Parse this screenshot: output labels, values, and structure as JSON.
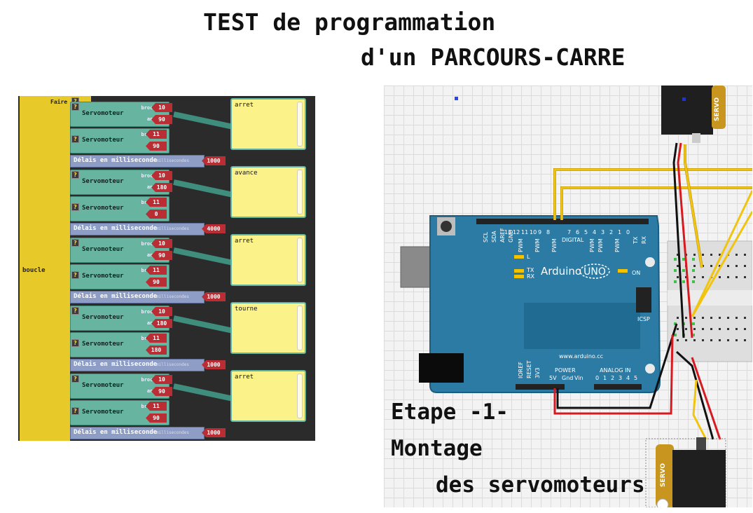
{
  "title": {
    "line1": "TEST de programmation",
    "line2": "d'un PARCOURS-CARRE"
  },
  "editor": {
    "faire": "Faire",
    "boucle": "boucle",
    "qmark": "?",
    "servo_name": "Servomoteur",
    "param_broche": "broche#",
    "param_angle": "angle",
    "delay_label": "Délais en milliseconde",
    "delay_param": "millisecondes",
    "steps": [
      {
        "servo1": {
          "pin": "10",
          "angle": "90"
        },
        "servo2": {
          "pin": "11",
          "angle": "90"
        },
        "delay": "1000",
        "note": "arret"
      },
      {
        "servo1": {
          "pin": "10",
          "angle": "180"
        },
        "servo2": {
          "pin": "11",
          "angle": "0"
        },
        "delay": "4000",
        "note": "avance"
      },
      {
        "servo1": {
          "pin": "10",
          "angle": "90"
        },
        "servo2": {
          "pin": "11",
          "angle": "90"
        },
        "delay": "1000",
        "note": "arret"
      },
      {
        "servo1": {
          "pin": "10",
          "angle": "180"
        },
        "servo2": {
          "pin": "11",
          "angle": "180"
        },
        "delay": "1000",
        "note": "tourne"
      },
      {
        "servo1": {
          "pin": "10",
          "angle": "90"
        },
        "servo2": {
          "pin": "11",
          "angle": "90"
        },
        "delay": "1000",
        "note": "arret"
      }
    ]
  },
  "circuit": {
    "servo_label": "SERVO",
    "board_name": "Arduino",
    "board_model": "UNO",
    "website": "www.arduino.cc",
    "digital_label": "DIGITAL",
    "power_label": "POWER",
    "analog_label": "ANALOG IN",
    "icsp_label": "ICSP",
    "on_label": "ON",
    "led_l": "L",
    "led_tx": "TX",
    "led_rx": "RX",
    "digital_pins": [
      "13",
      "12",
      "11",
      "10",
      "9",
      "8",
      "7",
      "6",
      "5",
      "4",
      "3",
      "2",
      "1",
      "0"
    ],
    "top_left_labels": [
      "SCL",
      "SDA",
      "AREF",
      "GND"
    ],
    "pwm_label": "PWM",
    "txrx_labels": [
      "TX",
      "RX"
    ],
    "power_pins": [
      "IOREF",
      "RESET",
      "3V3",
      "5V",
      "Gnd",
      "Vin"
    ],
    "analog_pins": [
      "0",
      "1",
      "2",
      "3",
      "4",
      "5"
    ]
  },
  "caption": {
    "line1": "Etape -1-",
    "line2": "Montage",
    "line3": "des servomoteurs"
  }
}
